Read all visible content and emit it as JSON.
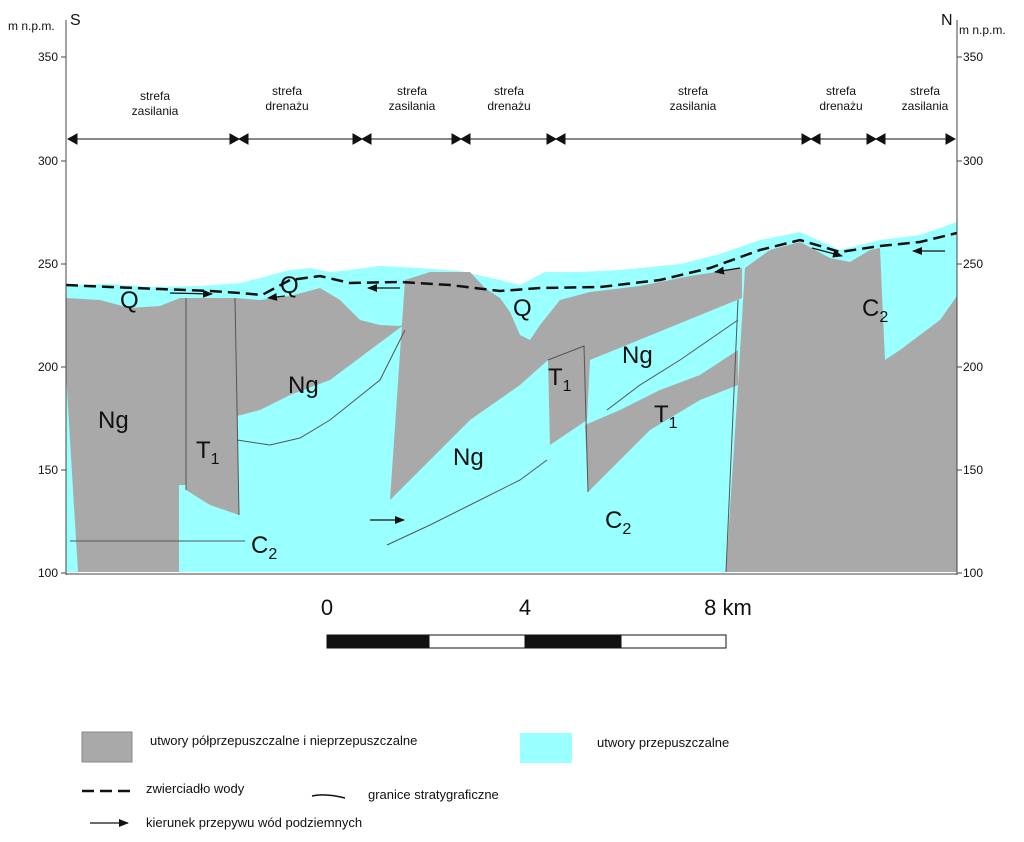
{
  "colors": {
    "impermeable": "#a9a9a9",
    "permeable": "#99ffff",
    "line": "#111111"
  },
  "labels": {
    "left_unit": "m n.p.m.",
    "right_unit": "m n.p.m.",
    "south": "S",
    "north": "N"
  },
  "axis": {
    "ticks": [
      "350",
      "300",
      "250",
      "200",
      "150",
      "100"
    ]
  },
  "zones": [
    {
      "line1": "strefa",
      "line2": "zasilania"
    },
    {
      "line1": "strefa",
      "line2": "drenażu"
    },
    {
      "line1": "strefa",
      "line2": "zasilania"
    },
    {
      "line1": "strefa",
      "line2": "drenażu"
    },
    {
      "line1": "strefa",
      "line2": "zasilania"
    },
    {
      "line1": "strefa",
      "line2": "drenażu"
    },
    {
      "line1": "strefa",
      "line2": "zasilania"
    }
  ],
  "units": {
    "q": "Q",
    "ng": "Ng",
    "t": "T",
    "t_sub": "1",
    "c": "C",
    "c_sub": "2"
  },
  "scale": {
    "labels": [
      "0",
      "4",
      "8 km"
    ]
  },
  "legend": {
    "impermeable": "utwory półprzepuszczalne i nieprzepuszczalne",
    "permeable": "utwory przepuszczalne",
    "water_table": "zwierciadło wody",
    "boundaries": "granice stratygraficzne",
    "flow": "kierunek przepywu wód podziemnych"
  }
}
